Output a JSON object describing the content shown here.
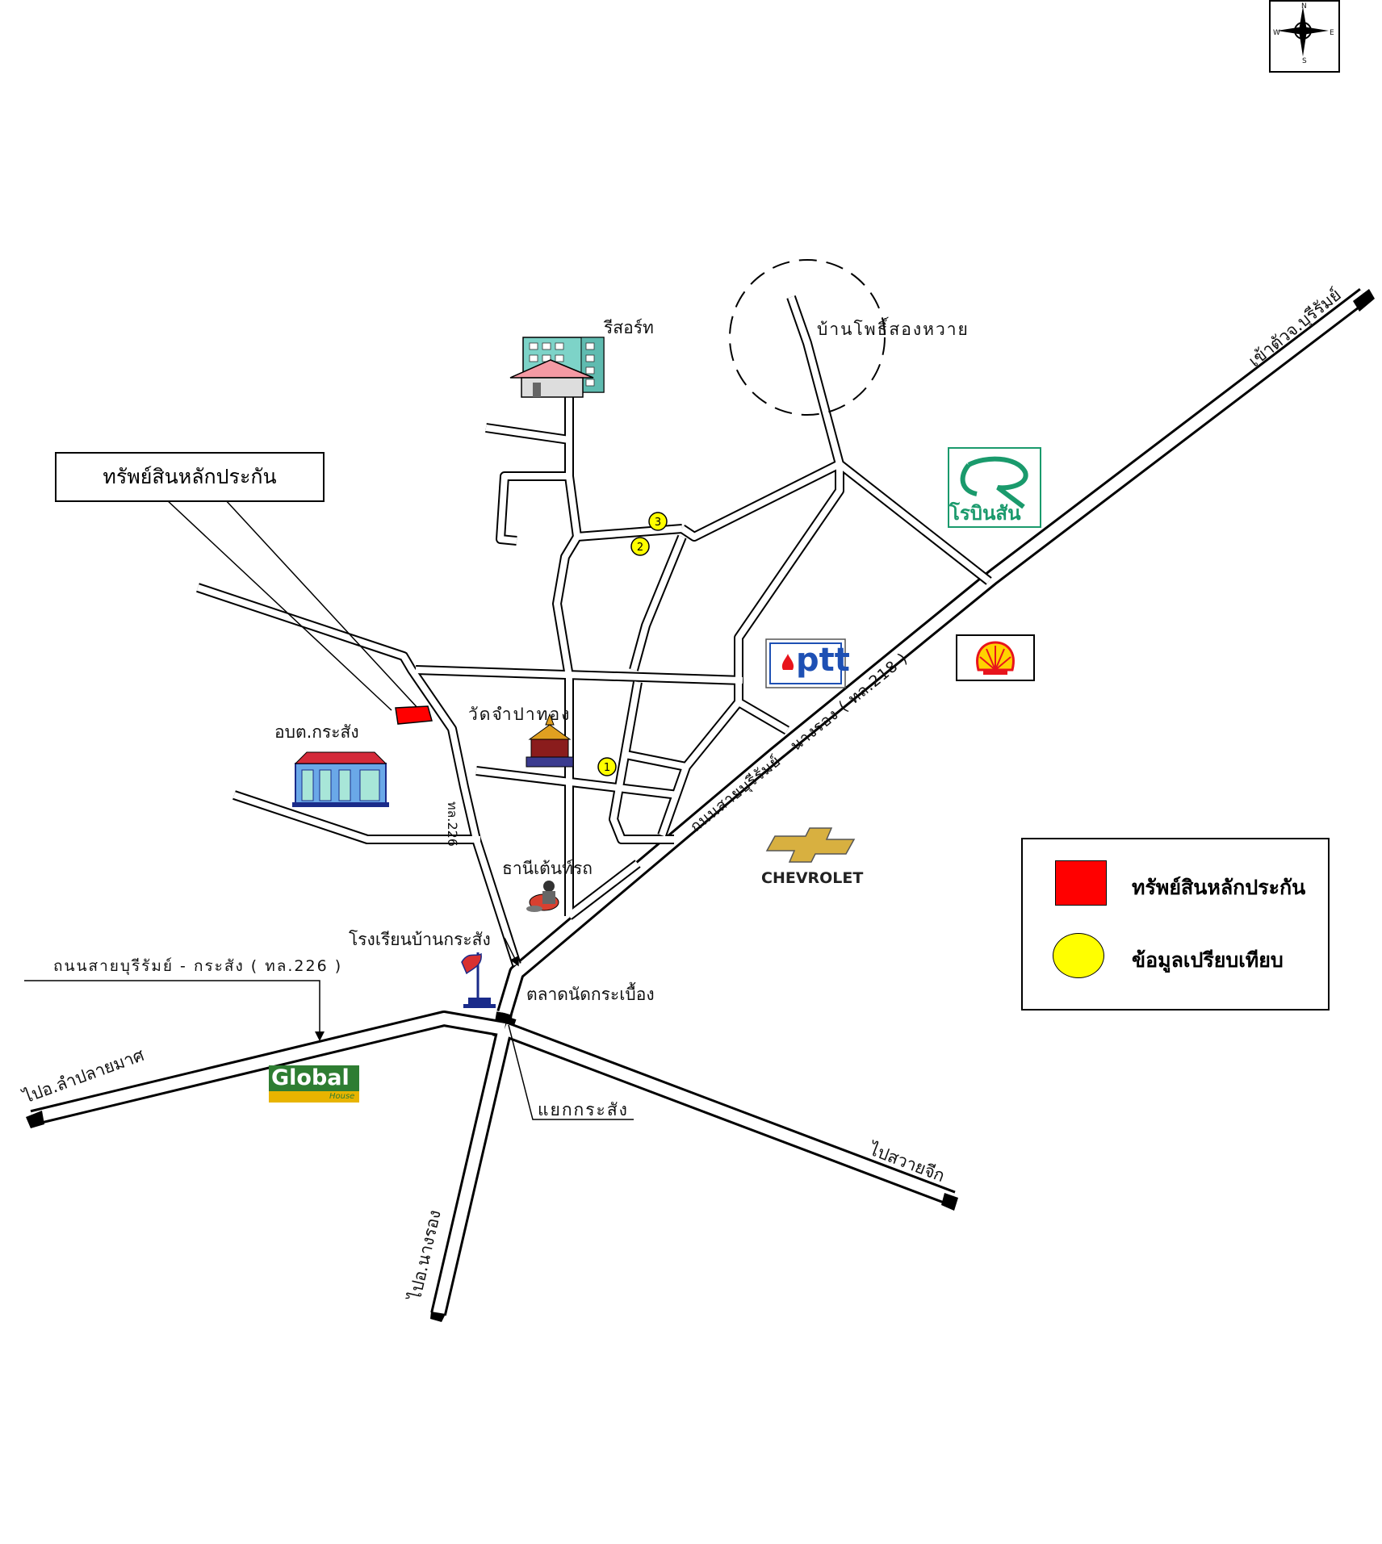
{
  "map": {
    "callout_label": "ทรัพย์สินหลักประกัน",
    "legend": {
      "collateral_label": "ทรัพย์สินหลักประกัน",
      "comparison_label": "ข้อมูลเปรียบเทียบ",
      "collateral_color": "#ff0000",
      "comparison_color": "#ffff00"
    },
    "compass": {
      "n": "N",
      "s": "S",
      "e": "E",
      "w": "W"
    },
    "places": {
      "resort": "รีสอร์ท",
      "ban_pho": "บ้านโพธิ์สองหวาย",
      "wat": "วัดจำปาทอง",
      "obt": "อบต.กระสัง",
      "bank": "ธานีเต้นท์รถ",
      "school": "โรงเรียนบ้านกระสัง",
      "market": "ตลาดนัดกระเบื้อง",
      "junction": "แยกกระสัง",
      "road_226": "ถนนสายบุรีรัมย์ - กระสัง ( ทล.226 )",
      "road_218": "ถนนสายบุรีรัมย์ - นางรอง ( ทล.218 )",
      "to_buriram": "เข้าตัวจ.บุรีรัมย์",
      "to_lamplai": "ไปอ.ลำปลายมาศ",
      "to_nangrong": "ไปอ.นางรอง",
      "to_satuek": "ไปสวายจีก",
      "road_226_short": "ทล.226"
    },
    "brands": {
      "robinson": "โรบินสัน",
      "ptt": "ptt",
      "chevrolet": "CHEVROLET",
      "global": "Global",
      "global_sub": "House"
    },
    "markers": [
      "1",
      "2",
      "3"
    ],
    "colors": {
      "ptt_blue": "#1e50b4",
      "robinson_green": "#1a9a6c",
      "shell_red": "#e8141c",
      "shell_yellow": "#ffd200",
      "global_green": "#2e7d32",
      "global_yellow": "#e8b400"
    }
  }
}
